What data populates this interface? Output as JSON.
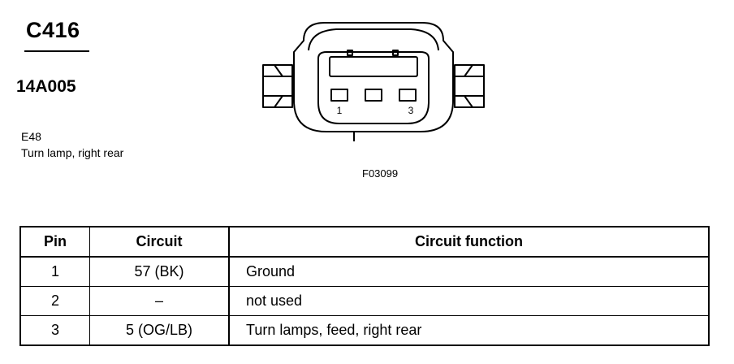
{
  "header": {
    "connector_id": "C416",
    "part_number": "14A005",
    "device_code": "E48",
    "device_description": "Turn lamp, right rear"
  },
  "diagram": {
    "pin_label_1": "1",
    "pin_label_3": "3",
    "figure_code": "F03099"
  },
  "table": {
    "headers": {
      "pin": "Pin",
      "circuit": "Circuit",
      "function": "Circuit function"
    },
    "rows": [
      {
        "pin": "1",
        "circuit": "57 (BK)",
        "function": "Ground"
      },
      {
        "pin": "2",
        "circuit": "–",
        "function": "not used"
      },
      {
        "pin": "3",
        "circuit": "5 (OG/LB)",
        "function": "Turn lamps, feed, right rear"
      }
    ]
  }
}
